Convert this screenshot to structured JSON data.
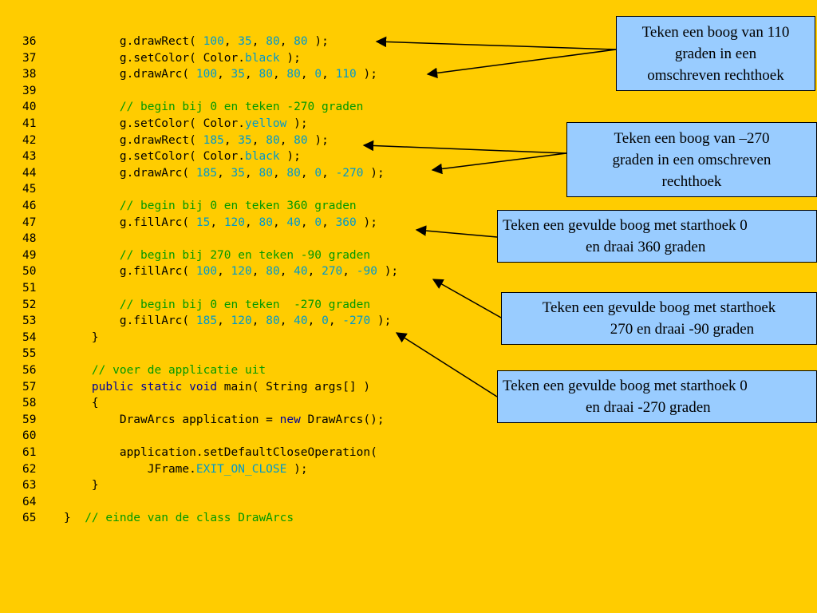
{
  "code_lines": [
    {
      "n": "36",
      "tokens": [
        {
          "t": "        g.drawRect( ",
          "c": "p"
        },
        {
          "t": "100",
          "c": "num"
        },
        {
          "t": ", ",
          "c": "p"
        },
        {
          "t": "35",
          "c": "num"
        },
        {
          "t": ", ",
          "c": "p"
        },
        {
          "t": "80",
          "c": "num"
        },
        {
          "t": ", ",
          "c": "p"
        },
        {
          "t": "80",
          "c": "num"
        },
        {
          "t": " );",
          "c": "p"
        }
      ]
    },
    {
      "n": "37",
      "tokens": [
        {
          "t": "        g.setColor( Color.",
          "c": "p"
        },
        {
          "t": "black",
          "c": "fld"
        },
        {
          "t": " );",
          "c": "p"
        }
      ]
    },
    {
      "n": "38",
      "tokens": [
        {
          "t": "        g.drawArc( ",
          "c": "p"
        },
        {
          "t": "100",
          "c": "num"
        },
        {
          "t": ", ",
          "c": "p"
        },
        {
          "t": "35",
          "c": "num"
        },
        {
          "t": ", ",
          "c": "p"
        },
        {
          "t": "80",
          "c": "num"
        },
        {
          "t": ", ",
          "c": "p"
        },
        {
          "t": "80",
          "c": "num"
        },
        {
          "t": ", ",
          "c": "p"
        },
        {
          "t": "0",
          "c": "num"
        },
        {
          "t": ", ",
          "c": "p"
        },
        {
          "t": "110",
          "c": "num"
        },
        {
          "t": " );",
          "c": "p"
        }
      ]
    },
    {
      "n": "39",
      "tokens": []
    },
    {
      "n": "40",
      "tokens": [
        {
          "t": "        // begin bij 0 en teken -270 graden",
          "c": "cmt"
        }
      ]
    },
    {
      "n": "41",
      "tokens": [
        {
          "t": "        g.setColor( Color.",
          "c": "p"
        },
        {
          "t": "yellow",
          "c": "fld"
        },
        {
          "t": " );",
          "c": "p"
        }
      ]
    },
    {
      "n": "42",
      "tokens": [
        {
          "t": "        g.drawRect( ",
          "c": "p"
        },
        {
          "t": "185",
          "c": "num"
        },
        {
          "t": ", ",
          "c": "p"
        },
        {
          "t": "35",
          "c": "num"
        },
        {
          "t": ", ",
          "c": "p"
        },
        {
          "t": "80",
          "c": "num"
        },
        {
          "t": ", ",
          "c": "p"
        },
        {
          "t": "80",
          "c": "num"
        },
        {
          "t": " );",
          "c": "p"
        }
      ]
    },
    {
      "n": "43",
      "tokens": [
        {
          "t": "        g.setColor( Color.",
          "c": "p"
        },
        {
          "t": "black",
          "c": "fld"
        },
        {
          "t": " );",
          "c": "p"
        }
      ]
    },
    {
      "n": "44",
      "tokens": [
        {
          "t": "        g.drawArc( ",
          "c": "p"
        },
        {
          "t": "185",
          "c": "num"
        },
        {
          "t": ", ",
          "c": "p"
        },
        {
          "t": "35",
          "c": "num"
        },
        {
          "t": ", ",
          "c": "p"
        },
        {
          "t": "80",
          "c": "num"
        },
        {
          "t": ", ",
          "c": "p"
        },
        {
          "t": "80",
          "c": "num"
        },
        {
          "t": ", ",
          "c": "p"
        },
        {
          "t": "0",
          "c": "num"
        },
        {
          "t": ", ",
          "c": "p"
        },
        {
          "t": "-270",
          "c": "num"
        },
        {
          "t": " );",
          "c": "p"
        }
      ]
    },
    {
      "n": "45",
      "tokens": []
    },
    {
      "n": "46",
      "tokens": [
        {
          "t": "        // begin bij 0 en teken 360 graden",
          "c": "cmt"
        }
      ]
    },
    {
      "n": "47",
      "tokens": [
        {
          "t": "        g.fillArc( ",
          "c": "p"
        },
        {
          "t": "15",
          "c": "num"
        },
        {
          "t": ", ",
          "c": "p"
        },
        {
          "t": "120",
          "c": "num"
        },
        {
          "t": ", ",
          "c": "p"
        },
        {
          "t": "80",
          "c": "num"
        },
        {
          "t": ", ",
          "c": "p"
        },
        {
          "t": "40",
          "c": "num"
        },
        {
          "t": ", ",
          "c": "p"
        },
        {
          "t": "0",
          "c": "num"
        },
        {
          "t": ", ",
          "c": "p"
        },
        {
          "t": "360",
          "c": "num"
        },
        {
          "t": " );",
          "c": "p"
        }
      ]
    },
    {
      "n": "48",
      "tokens": []
    },
    {
      "n": "49",
      "tokens": [
        {
          "t": "        // begin bij 270 en teken -90 graden",
          "c": "cmt"
        }
      ]
    },
    {
      "n": "50",
      "tokens": [
        {
          "t": "        g.fillArc( ",
          "c": "p"
        },
        {
          "t": "100",
          "c": "num"
        },
        {
          "t": ", ",
          "c": "p"
        },
        {
          "t": "120",
          "c": "num"
        },
        {
          "t": ", ",
          "c": "p"
        },
        {
          "t": "80",
          "c": "num"
        },
        {
          "t": ", ",
          "c": "p"
        },
        {
          "t": "40",
          "c": "num"
        },
        {
          "t": ", ",
          "c": "p"
        },
        {
          "t": "270",
          "c": "num"
        },
        {
          "t": ", ",
          "c": "p"
        },
        {
          "t": "-90",
          "c": "num"
        },
        {
          "t": " );",
          "c": "p"
        }
      ]
    },
    {
      "n": "51",
      "tokens": []
    },
    {
      "n": "52",
      "tokens": [
        {
          "t": "        // begin bij 0 en teken  -270 graden",
          "c": "cmt"
        }
      ]
    },
    {
      "n": "53",
      "tokens": [
        {
          "t": "        g.fillArc( ",
          "c": "p"
        },
        {
          "t": "185",
          "c": "num"
        },
        {
          "t": ", ",
          "c": "p"
        },
        {
          "t": "120",
          "c": "num"
        },
        {
          "t": ", ",
          "c": "p"
        },
        {
          "t": "80",
          "c": "num"
        },
        {
          "t": ", ",
          "c": "p"
        },
        {
          "t": "40",
          "c": "num"
        },
        {
          "t": ", ",
          "c": "p"
        },
        {
          "t": "0",
          "c": "num"
        },
        {
          "t": ", ",
          "c": "p"
        },
        {
          "t": "-270",
          "c": "num"
        },
        {
          "t": " );",
          "c": "p"
        }
      ]
    },
    {
      "n": "54",
      "tokens": [
        {
          "t": "    }",
          "c": "p"
        }
      ]
    },
    {
      "n": "55",
      "tokens": []
    },
    {
      "n": "56",
      "tokens": [
        {
          "t": "    // voer de applicatie uit",
          "c": "cmt"
        }
      ]
    },
    {
      "n": "57",
      "tokens": [
        {
          "t": "    ",
          "c": "p"
        },
        {
          "t": "public static void",
          "c": "kw"
        },
        {
          "t": " main( String args[] )",
          "c": "p"
        }
      ]
    },
    {
      "n": "58",
      "tokens": [
        {
          "t": "    {",
          "c": "p"
        }
      ]
    },
    {
      "n": "59",
      "tokens": [
        {
          "t": "        DrawArcs application = ",
          "c": "p"
        },
        {
          "t": "new",
          "c": "kw"
        },
        {
          "t": " DrawArcs();",
          "c": "p"
        }
      ]
    },
    {
      "n": "60",
      "tokens": []
    },
    {
      "n": "61",
      "tokens": [
        {
          "t": "        application.setDefaultCloseOperation(",
          "c": "p"
        }
      ]
    },
    {
      "n": "62",
      "tokens": [
        {
          "t": "            JFrame.",
          "c": "p"
        },
        {
          "t": "EXIT_ON_CLOSE",
          "c": "fld"
        },
        {
          "t": " );",
          "c": "p"
        }
      ]
    },
    {
      "n": "63",
      "tokens": [
        {
          "t": "    }",
          "c": "p"
        }
      ]
    },
    {
      "n": "64",
      "tokens": []
    },
    {
      "n": "65",
      "tokens": [
        {
          "t": "}  ",
          "c": "p"
        },
        {
          "t": "// einde van de class DrawArcs",
          "c": "cmt"
        }
      ]
    }
  ],
  "callouts": [
    {
      "lines": [
        "Teken een boog van 110",
        "graden in een",
        "omschreven rechthoek"
      ]
    },
    {
      "lines": [
        "Teken een boog van –270",
        "graden in een omschreven",
        "rechthoek"
      ]
    },
    {
      "lines": [
        "Teken een gevulde boog met starthoek 0",
        "en draai 360 graden"
      ]
    },
    {
      "lines": [
        "Teken een gevulde boog met starthoek",
        "270 en draai -90 graden"
      ]
    },
    {
      "lines": [
        "Teken een gevulde boog met starthoek 0",
        "en draai -270 graden"
      ]
    }
  ],
  "colors": {
    "background": "#FFCC00",
    "callout_fill": "#99CCFF",
    "number": "#0099CC",
    "comment": "#009900",
    "keyword": "#000099"
  }
}
